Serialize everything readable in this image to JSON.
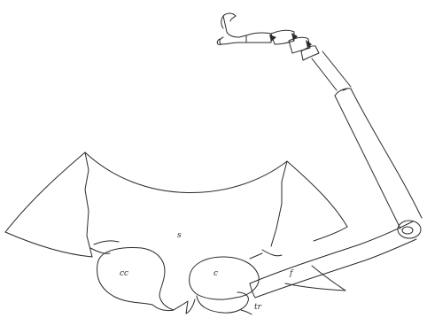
{
  "labels": {
    "sternum": "s",
    "coxa_left": "cc",
    "coxa_right": "c",
    "femur": "f",
    "trochanter": "tr"
  },
  "style": {
    "ink_color": "#2a2a2a",
    "background_color": "#ffffff"
  }
}
